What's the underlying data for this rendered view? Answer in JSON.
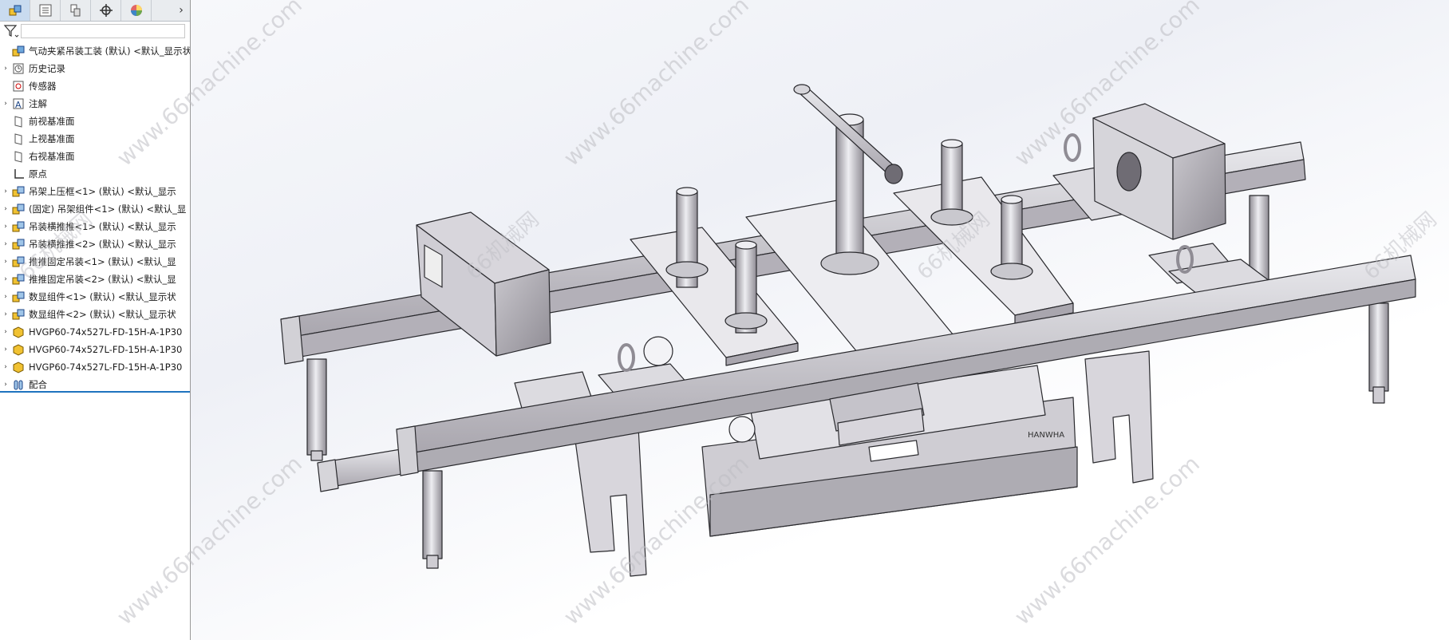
{
  "tabs": [
    {
      "name": "feature-manager-tab",
      "icon": "assembly-icon",
      "active": true
    },
    {
      "name": "property-manager-tab",
      "icon": "property-list-icon",
      "active": false
    },
    {
      "name": "configuration-manager-tab",
      "icon": "configuration-icon",
      "active": false
    },
    {
      "name": "dimxpert-tab",
      "icon": "crosshair-icon",
      "active": false
    },
    {
      "name": "display-manager-tab",
      "icon": "color-wheel-icon",
      "active": false
    }
  ],
  "tabs_more": "›",
  "filter": {
    "icon": "filter-icon",
    "value": ""
  },
  "tree": [
    {
      "label": "气动夹紧吊装工装 (默认) <默认_显示状",
      "icon": "assembly-icon",
      "caret": ""
    },
    {
      "label": "历史记录",
      "icon": "history-icon",
      "caret": "›"
    },
    {
      "label": "传感器",
      "icon": "sensor-icon",
      "caret": ""
    },
    {
      "label": "注解",
      "icon": "annotation-icon",
      "caret": "›"
    },
    {
      "label": "前视基准面",
      "icon": "plane-icon",
      "caret": ""
    },
    {
      "label": "上视基准面",
      "icon": "plane-icon",
      "caret": ""
    },
    {
      "label": "右视基准面",
      "icon": "plane-icon",
      "caret": ""
    },
    {
      "label": "原点",
      "icon": "origin-icon",
      "caret": ""
    },
    {
      "label": "吊架上压框<1> (默认) <默认_显示",
      "icon": "subassembly-icon",
      "caret": "›"
    },
    {
      "label": "(固定) 吊架组件<1> (默认) <默认_显",
      "icon": "subassembly-icon",
      "caret": "›"
    },
    {
      "label": "吊装横推推<1> (默认) <默认_显示",
      "icon": "subassembly-icon",
      "caret": "›"
    },
    {
      "label": "吊装横推推<2> (默认) <默认_显示",
      "icon": "subassembly-icon",
      "caret": "›"
    },
    {
      "label": "推推固定吊装<1> (默认) <默认_显",
      "icon": "subassembly-icon",
      "caret": "›"
    },
    {
      "label": "推推固定吊装<2> (默认) <默认_显",
      "icon": "subassembly-icon",
      "caret": "›"
    },
    {
      "label": "数显组件<1> (默认) <默认_显示状",
      "icon": "subassembly-icon",
      "caret": "›"
    },
    {
      "label": "数显组件<2> (默认) <默认_显示状",
      "icon": "subassembly-icon",
      "caret": "›"
    },
    {
      "label": "HVGP60-74x527L-FD-15H-A-1P30",
      "icon": "part-icon",
      "caret": "›"
    },
    {
      "label": "HVGP60-74x527L-FD-15H-A-1P30",
      "icon": "part-icon",
      "caret": "›"
    },
    {
      "label": "HVGP60-74x527L-FD-15H-A-1P30",
      "icon": "part-icon",
      "caret": "›"
    },
    {
      "label": "配合",
      "icon": "mates-icon",
      "caret": "›"
    }
  ],
  "watermark_texts": [
    "www.66machine.com",
    "66机械网"
  ],
  "model_brand_label": "HANWHA",
  "colors": {
    "metal_light": "#dcdce0",
    "metal_mid": "#b8b6bc",
    "metal_dark": "#8f8c94",
    "edge": "#2a2a2e",
    "accent_blue": "#1e73be"
  }
}
